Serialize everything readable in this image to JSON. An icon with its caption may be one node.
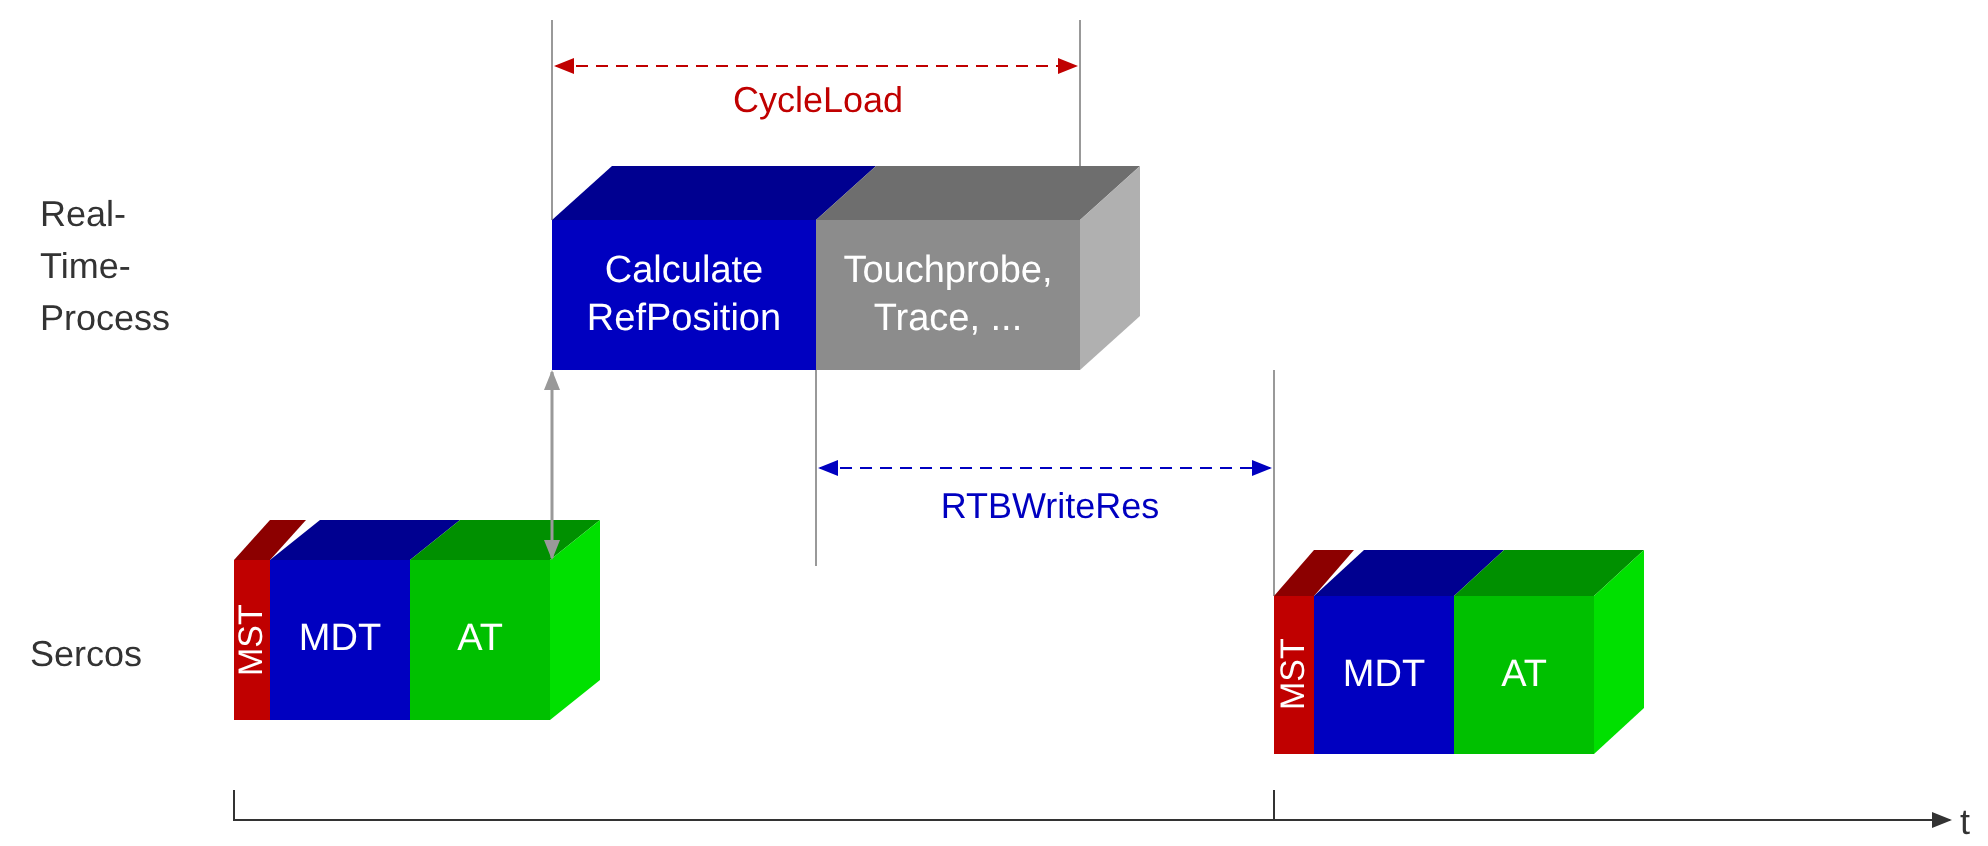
{
  "diagram": {
    "nodes": [
      {
        "text": [
          "Calculate RefPosition"
        ]
      },
      {
        "text": [
          "Touchprobe, Trace, ..."
        ]
      },
      {
        "text": [
          "MST"
        ]
      },
      {
        "text": [
          "MDT"
        ]
      },
      {
        "text": [
          "AT"
        ]
      },
      {
        "text": [
          "MST"
        ]
      },
      {
        "text": [
          "MDT"
        ]
      },
      {
        "text": [
          "AT"
        ]
      }
    ],
    "edges": [
      {
        "from": 0,
        "to": 4,
        "arrow": "both"
      }
    ],
    "labels": [
      "CycleLoad",
      "Real-Time-Process",
      "RTBWriteRes",
      "Sercos",
      "t"
    ]
  }
}
